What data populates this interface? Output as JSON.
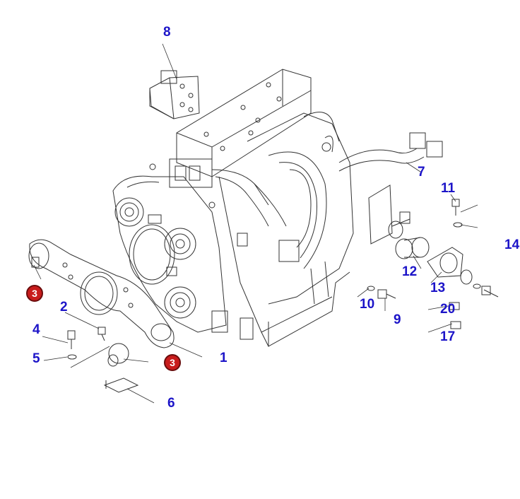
{
  "colors": {
    "label": "#1c14c8",
    "badge_fill": "#c81c1c",
    "line": "#333333"
  },
  "callouts": [
    {
      "id": "8",
      "text": "8"
    },
    {
      "id": "7",
      "text": "7"
    },
    {
      "id": "11",
      "text": "11"
    },
    {
      "id": "14",
      "text": "14"
    },
    {
      "id": "12",
      "text": "12"
    },
    {
      "id": "13",
      "text": "13"
    },
    {
      "id": "20",
      "text": "20"
    },
    {
      "id": "17",
      "text": "17"
    },
    {
      "id": "10",
      "text": "10"
    },
    {
      "id": "9",
      "text": "9"
    },
    {
      "id": "2",
      "text": "2"
    },
    {
      "id": "4",
      "text": "4"
    },
    {
      "id": "5",
      "text": "5"
    },
    {
      "id": "1",
      "text": "1"
    },
    {
      "id": "6",
      "text": "6"
    }
  ],
  "badges": [
    {
      "id": "3a",
      "text": "3"
    },
    {
      "id": "3b",
      "text": "3"
    }
  ]
}
